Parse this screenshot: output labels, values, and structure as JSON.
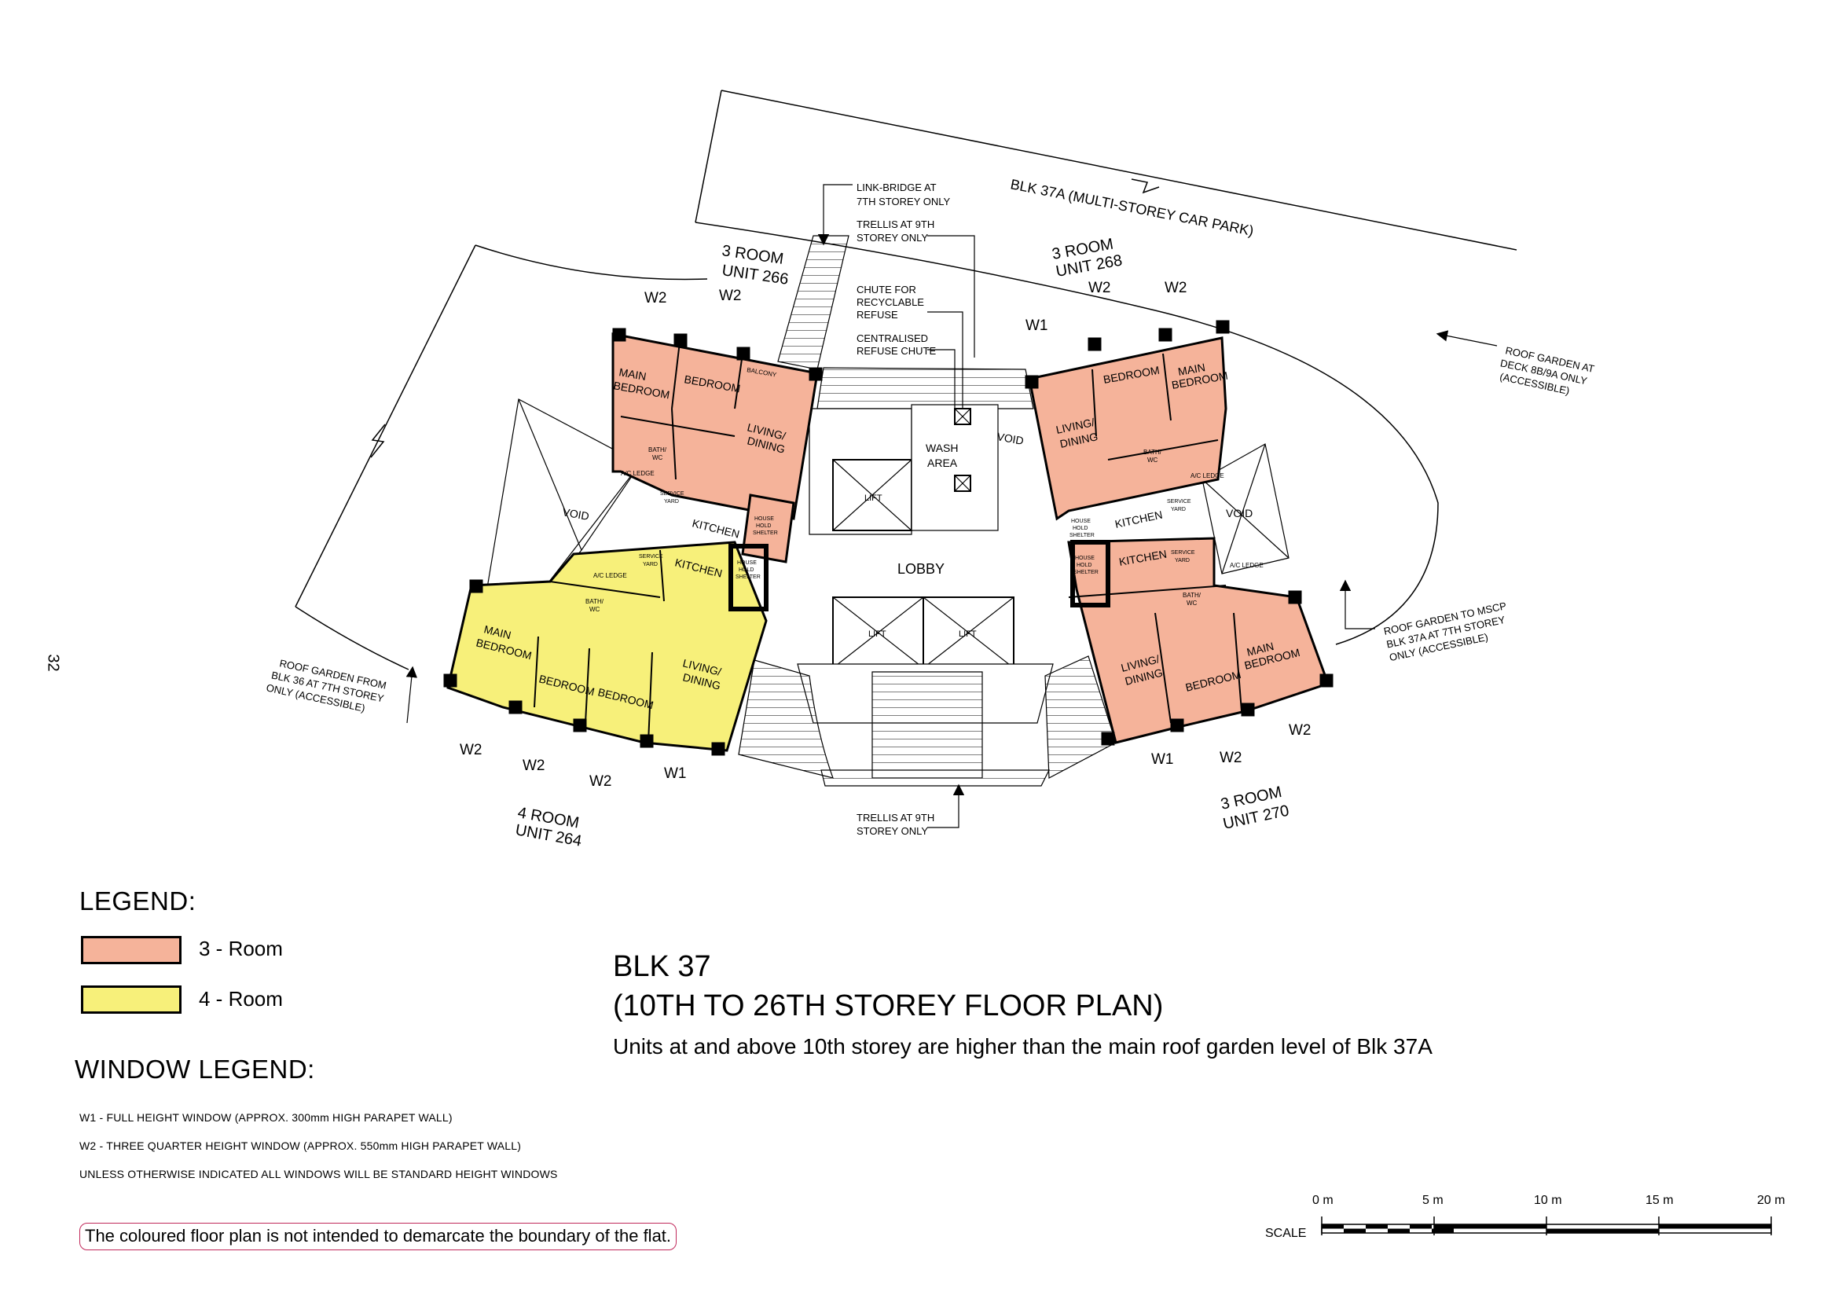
{
  "page_number": "32",
  "colors": {
    "three_room": "#f5b39a",
    "four_room": "#f7f07a",
    "disclaimer_border": "#c0285a"
  },
  "plan": {
    "car_park": "BLK 37A (MULTI-STOREY CAR PARK)",
    "units": {
      "u266_type": "3 ROOM",
      "u266_name": "UNIT 266",
      "u268_type": "3 ROOM",
      "u268_name": "UNIT 268",
      "u264_type": "4 ROOM",
      "u264_name": "UNIT 264",
      "u270_type": "3 ROOM",
      "u270_name": "UNIT 270"
    },
    "rooms": {
      "main_bedroom_1": "MAIN",
      "main_bedroom_2": "BEDROOM",
      "bedroom": "BEDROOM",
      "living_1": "LIVING/",
      "living_2": "DINING",
      "kitchen": "KITCHEN",
      "balcony": "BALCONY",
      "bath_1": "BATH/",
      "bath_2": "WC",
      "ac_ledge": "A/C LEDGE",
      "service_1": "SERVICE",
      "service_2": "YARD",
      "shelter_1": "HOUSE",
      "shelter_2": "HOLD",
      "shelter_3": "SHELTER",
      "void": "VOID",
      "wash_1": "WASH",
      "wash_2": "AREA",
      "lobby": "LOBBY",
      "lift": "LIFT"
    },
    "callouts": {
      "link_bridge_1": "LINK-BRIDGE AT",
      "link_bridge_2": "7TH STOREY ONLY",
      "trellis_top_1": "TRELLIS AT 9TH",
      "trellis_top_2": "STOREY ONLY",
      "chute_1": "CHUTE FOR",
      "chute_2": "RECYCLABLE",
      "chute_3": "REFUSE",
      "central_1": "CENTRALISED",
      "central_2": "REFUSE CHUTE",
      "trellis_bot_1": "TRELLIS AT 9TH",
      "trellis_bot_2": "STOREY ONLY",
      "roof_deck_1": "ROOF GARDEN AT",
      "roof_deck_2": "DECK 8B/9A ONLY",
      "roof_deck_3": "(ACCESSIBLE)",
      "roof_msop_1": "ROOF GARDEN TO MSCP",
      "roof_msop_2": "BLK 37A AT 7TH STOREY",
      "roof_msop_3": "ONLY (ACCESSIBLE)",
      "roof_blk36_1": "ROOF GARDEN FROM",
      "roof_blk36_2": "BLK 36 AT 7TH STOREY",
      "roof_blk36_3": "ONLY (ACCESSIBLE)"
    },
    "windows": {
      "w1": "W1",
      "w2": "W2"
    }
  },
  "legend": {
    "title": "LEGEND:",
    "items": [
      {
        "label": "3 - Room"
      },
      {
        "label": "4 - Room"
      }
    ]
  },
  "window_legend": {
    "title": "WINDOW LEGEND:",
    "lines": [
      "W1 - FULL HEIGHT WINDOW (APPROX. 300mm HIGH PARAPET WALL)",
      "W2 - THREE QUARTER HEIGHT WINDOW (APPROX. 550mm HIGH PARAPET WALL)",
      "UNLESS OTHERWISE INDICATED ALL WINDOWS WILL BE STANDARD HEIGHT WINDOWS"
    ]
  },
  "title_block": {
    "line1": "BLK 37",
    "line2": "(10TH TO 26TH STOREY FLOOR PLAN)",
    "subtitle": "Units at and above 10th storey are higher than the main roof garden level of Blk 37A"
  },
  "disclaimer": "The coloured floor plan is not intended to demarcate the boundary of the flat.",
  "scale": {
    "label": "SCALE",
    "ticks": [
      "0 m",
      "5 m",
      "10 m",
      "15 m",
      "20 m"
    ]
  }
}
